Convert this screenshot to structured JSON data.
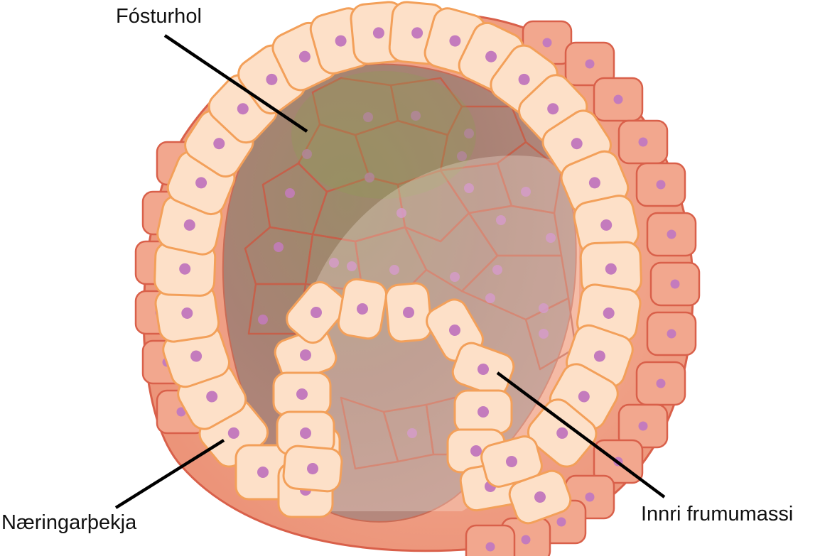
{
  "labels": {
    "blastocoel": "Fósturhol",
    "trophoblast": "Næringarþekja",
    "inner_cell_mass": "Innri frumumassi"
  },
  "colors": {
    "outer_shell": "#f0a58c",
    "outer_cell_edge": "#d9604a",
    "cell_fill": "#fde0c8",
    "cell_edge": "#f3a05a",
    "nucleus": "#c47bbd",
    "cavity": "#a98275",
    "leader_line": "#000000"
  }
}
